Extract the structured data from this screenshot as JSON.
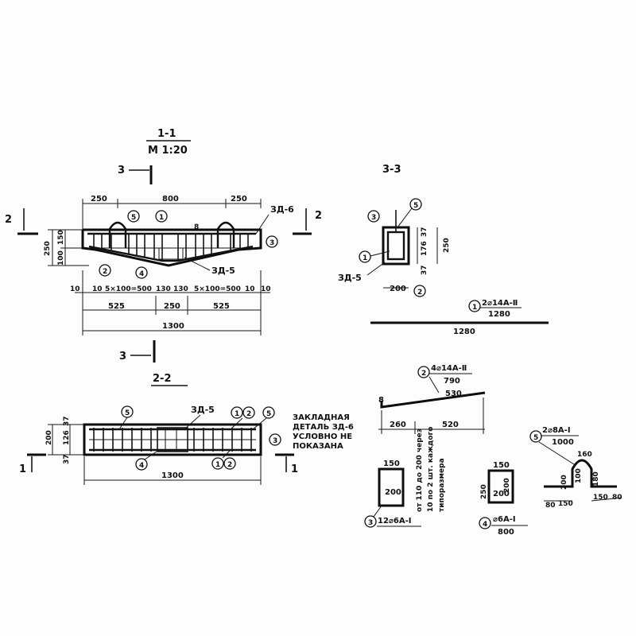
{
  "sections": {
    "s11_title": "1-1",
    "s11_scale": "М 1:20",
    "s22_title": "2-2",
    "s33_title": "3-3"
  },
  "cut_marks": {
    "c3": "3",
    "c2": "2",
    "c1": "1"
  },
  "marks": {
    "m1": "1",
    "m2": "2",
    "m3": "3",
    "m4": "4",
    "m5": "5"
  },
  "section11": {
    "d250a": "250",
    "d800": "800",
    "d250b": "250",
    "zd6": "ЗД-6",
    "zd5": "ЗД-5",
    "s8": "8",
    "v250": "250",
    "v100": "100",
    "v150": "150",
    "d10a": "10",
    "d10b": "10",
    "d5x100a": "5×100=500",
    "d130a": "130",
    "d130b": "130",
    "d5x100b": "5×100=500",
    "d10c": "10",
    "d10d": "10",
    "d525a": "525",
    "d250c": "250",
    "d525b": "525",
    "d1300": "1300"
  },
  "section33": {
    "zd5": "ЗД-5",
    "v37a": "37",
    "v176": "176",
    "v37b": "37",
    "v250": "250",
    "d200": "200"
  },
  "bar1": {
    "spec": "2⌀14А-Ⅱ",
    "len": "1280",
    "dim": "1280"
  },
  "section22": {
    "zd5": "ЗД-5",
    "v37a": "37",
    "v126": "126",
    "v37b": "37",
    "v200": "200",
    "d1300": "1300",
    "note_l1": "ЗАКЛАДНАЯ",
    "note_l2": "ДЕТАЛЬ ЗД-6",
    "note_l3": "УСЛОВНО НЕ",
    "note_l4": "ПОКАЗАНА"
  },
  "bar2": {
    "spec": "4⌀14А-Ⅱ",
    "len": "790",
    "d530": "530",
    "d8": "8",
    "d260": "260",
    "d520": "520"
  },
  "bar3": {
    "w150": "150",
    "h200": "200",
    "spec": "12⌀6А-Ⅰ",
    "note1": "от 110 до 200 через",
    "note2": "10 по 2 шт. каждого",
    "note3": "типоразмера"
  },
  "bar4": {
    "w150": "150",
    "h250": "250",
    "h200a": "200",
    "h200b": "200",
    "spec": "⌀6А-Ⅰ",
    "len": "800"
  },
  "bar5": {
    "spec": "2⌀8А-Ⅰ",
    "len": "1000",
    "d160": "160",
    "d200": "200",
    "d100": "100",
    "d180": "180",
    "d80": "80",
    "d150a": "150",
    "d150b": "150",
    "d80b": "80"
  }
}
